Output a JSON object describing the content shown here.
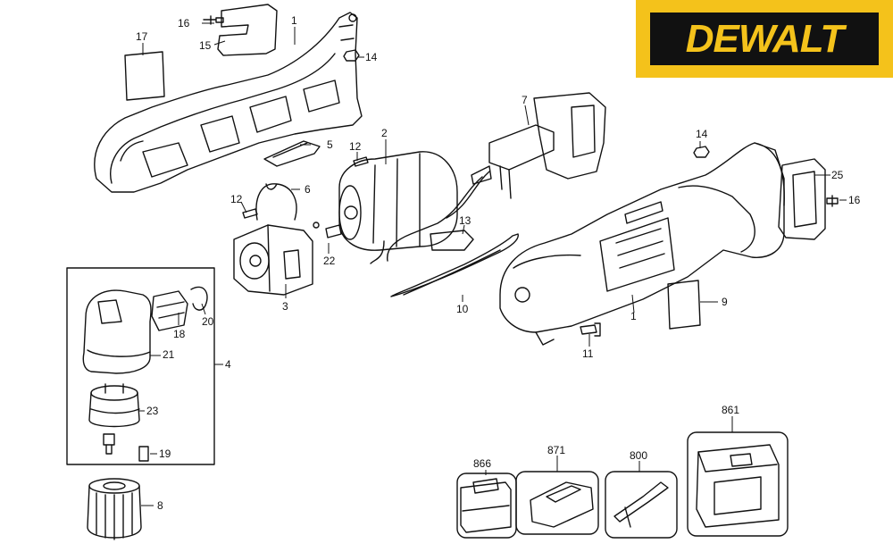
{
  "brand": {
    "logo_text": "DEWALT",
    "logo_bg": "#f4c21b",
    "logo_fg": "#111111"
  },
  "callouts": [
    {
      "id": "c1a",
      "text": "1"
    },
    {
      "id": "c1b",
      "text": "1"
    },
    {
      "id": "c2",
      "text": "2"
    },
    {
      "id": "c3",
      "text": "3"
    },
    {
      "id": "c4",
      "text": "4"
    },
    {
      "id": "c5",
      "text": "5"
    },
    {
      "id": "c6",
      "text": "6"
    },
    {
      "id": "c7",
      "text": "7"
    },
    {
      "id": "c8",
      "text": "8"
    },
    {
      "id": "c9",
      "text": "9"
    },
    {
      "id": "c10",
      "text": "10"
    },
    {
      "id": "c11",
      "text": "11"
    },
    {
      "id": "c12a",
      "text": "12"
    },
    {
      "id": "c12b",
      "text": "12"
    },
    {
      "id": "c13",
      "text": "13"
    },
    {
      "id": "c14a",
      "text": "14"
    },
    {
      "id": "c14b",
      "text": "14"
    },
    {
      "id": "c15",
      "text": "15"
    },
    {
      "id": "c16a",
      "text": "16"
    },
    {
      "id": "c16b",
      "text": "16"
    },
    {
      "id": "c17",
      "text": "17"
    },
    {
      "id": "c18",
      "text": "18"
    },
    {
      "id": "c19",
      "text": "19"
    },
    {
      "id": "c20",
      "text": "20"
    },
    {
      "id": "c21",
      "text": "21"
    },
    {
      "id": "c22",
      "text": "22"
    },
    {
      "id": "c23",
      "text": "23"
    },
    {
      "id": "c25",
      "text": "25"
    },
    {
      "id": "c861",
      "text": "861"
    },
    {
      "id": "c866",
      "text": "866"
    },
    {
      "id": "c871",
      "text": "871"
    },
    {
      "id": "c800",
      "text": "800"
    }
  ]
}
